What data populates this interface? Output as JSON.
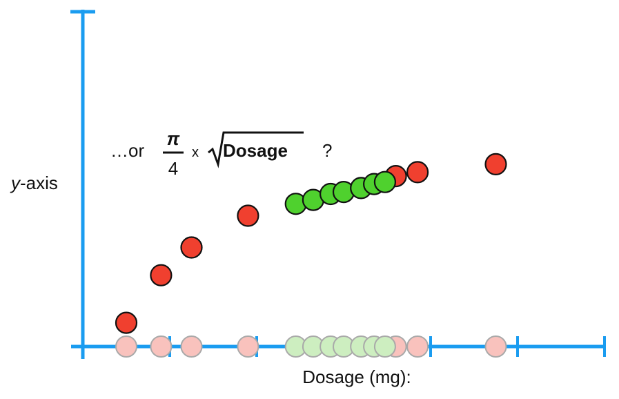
{
  "chart_data": {
    "type": "scatter",
    "title": "",
    "ylabel": {
      "italic": "y",
      "rest": "-axis"
    },
    "xlabel": "Dosage (mg):",
    "annotation": {
      "prefix": "…or",
      "numerator": "π",
      "denominator": "4",
      "times": "x",
      "radicand": "Dosage",
      "suffix": "?"
    },
    "grid": false,
    "legend": "none",
    "colors": {
      "axis": "#1a9cf0",
      "red_points": "#f0402f",
      "green_points": "#4fd12e",
      "red_rug": "#f9c2bd",
      "green_rug": "#cdeec0"
    },
    "series": [
      {
        "color": "red",
        "x": [
          1.0,
          1.8,
          2.5,
          3.8,
          7.2,
          7.7,
          9.5
        ],
        "y": [
          0.6,
          1.8,
          2.5,
          3.3,
          4.3,
          4.4,
          4.6
        ]
      },
      {
        "color": "green",
        "x": [
          4.9,
          5.3,
          5.7,
          6.0,
          6.4,
          6.7,
          6.95
        ],
        "y": [
          3.6,
          3.7,
          3.85,
          3.9,
          4.0,
          4.1,
          4.15
        ]
      }
    ],
    "xlim": [
      0,
      12
    ],
    "ylim": [
      0,
      8.5
    ]
  }
}
